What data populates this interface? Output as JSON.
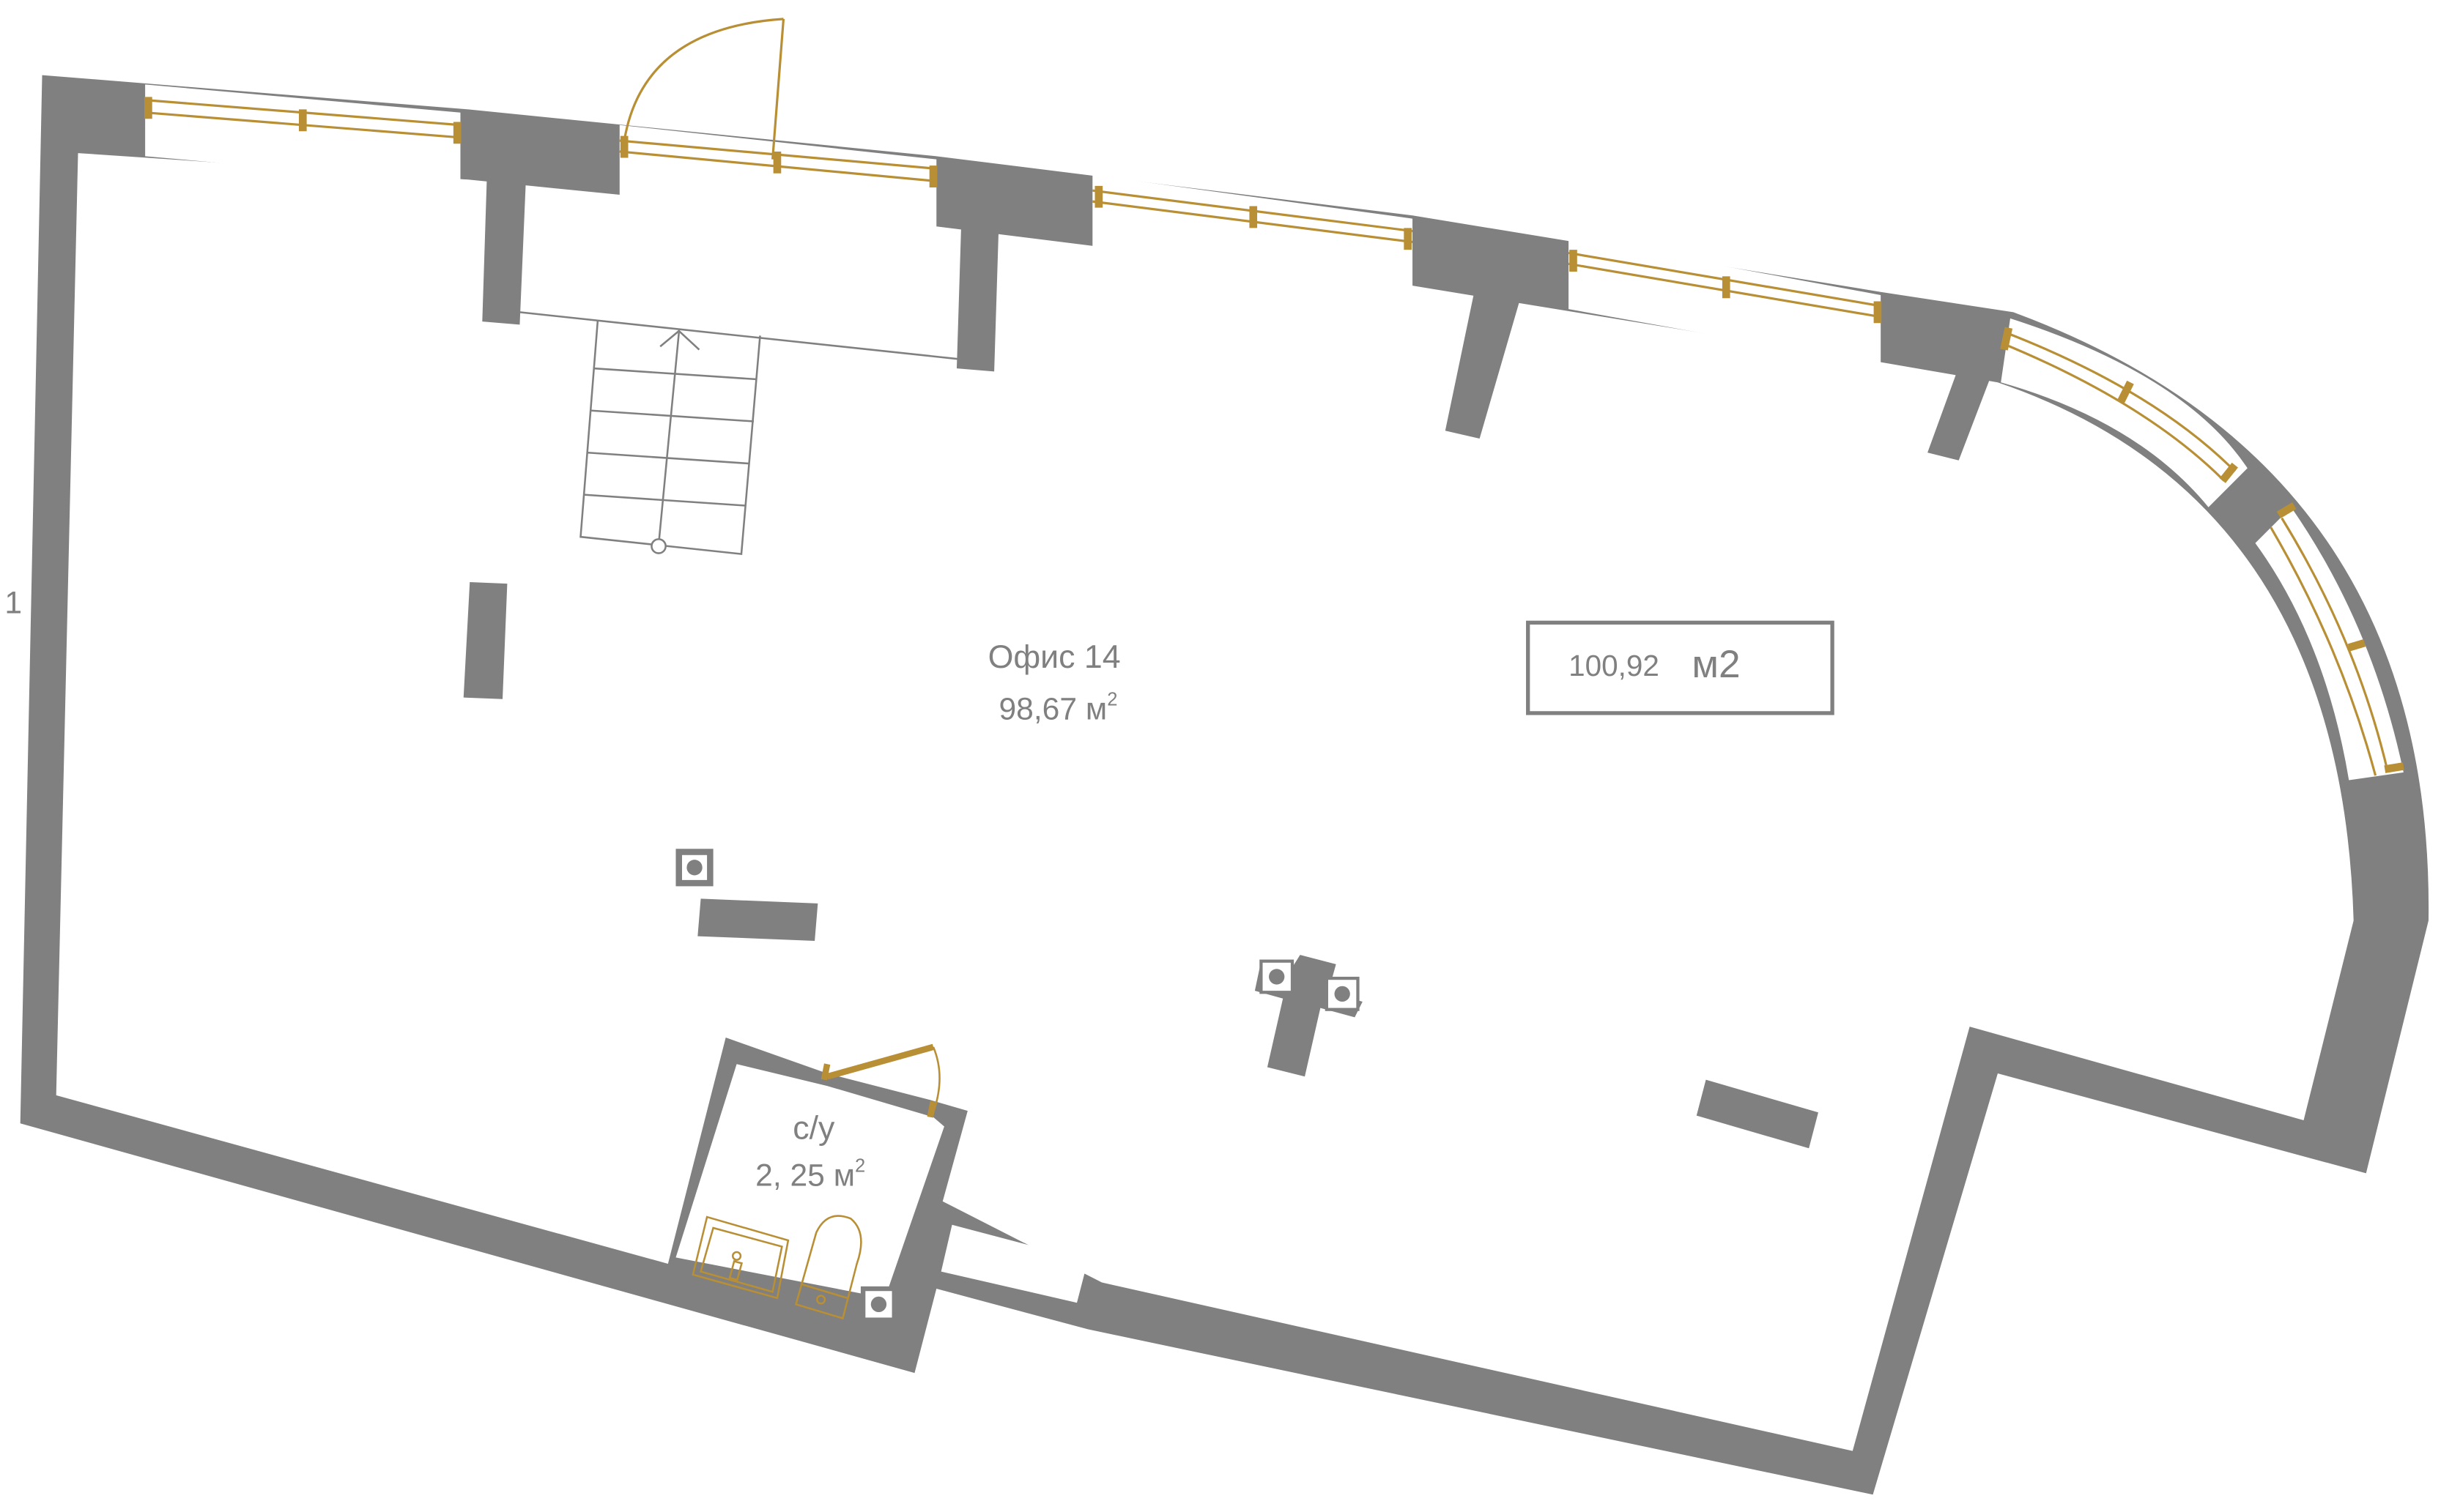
{
  "plan": {
    "side_label": "1",
    "office": {
      "name": "Офис 14",
      "area": "98,67 м",
      "area_sup": "2"
    },
    "bathroom": {
      "name": "с/у",
      "area": "2, 25 м",
      "area_sup": "2"
    },
    "total_area": {
      "value": "100,92",
      "unit": "м2"
    }
  },
  "colors": {
    "wall": "#808080",
    "accent": "#b88f35",
    "background": "#ffffff"
  }
}
